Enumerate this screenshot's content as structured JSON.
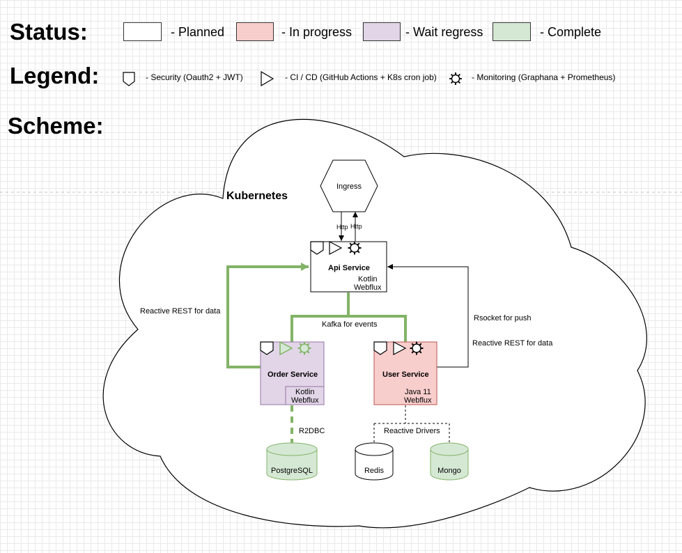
{
  "headings": {
    "status": "Status:",
    "legend": "Legend:",
    "scheme": "Scheme:"
  },
  "status_items": [
    {
      "label": "- Planned",
      "color": "#ffffff"
    },
    {
      "label": "- In progress",
      "color": "#f8cecc"
    },
    {
      "label": "- Wait regress",
      "color": "#e1d5e7"
    },
    {
      "label": "- Complete",
      "color": "#d5e8d4"
    }
  ],
  "legend_items": [
    {
      "icon": "shield-icon",
      "label": "- Security (Oauth2 + JWT)"
    },
    {
      "icon": "play-icon",
      "label": "- CI / CD (GitHub Actions + K8s cron job)"
    },
    {
      "icon": "gear-icon",
      "label": "- Monitoring (Graphana + Prometheus)"
    }
  ],
  "diagram": {
    "cluster_label": "Kubernetes",
    "ingress": "Ingress",
    "http_in": "Http",
    "http_out": "Http",
    "api_service": {
      "title": "Api Service",
      "tech_line1": "Kotlin",
      "tech_line2": "Webflux"
    },
    "order_service": {
      "title": "Order Service",
      "tech_line1": "Kotlin",
      "tech_line2": "Webflux"
    },
    "user_service": {
      "title": "User Service",
      "tech_line1": "Java 11",
      "tech_line2": "Webflux"
    },
    "edge_reactive_rest_left": "Reactive REST for data",
    "edge_kafka": "Kafka for events",
    "edge_rsocket": "Rsocket for push",
    "edge_reactive_rest_right": "Reactive REST for data",
    "edge_r2dbc": "R2DBC",
    "edge_reactive_drivers": "Reactive Drivers",
    "db_postgres": "PostgreSQL",
    "db_redis": "Redis",
    "db_mongo": "Mongo",
    "colors": {
      "green_line": "#82b366",
      "green_fill": "#d5e8d4",
      "purple_fill": "#e1d5e7",
      "purple_stroke": "#9673a6",
      "red_fill": "#f8cecc",
      "red_stroke": "#b85450"
    }
  }
}
